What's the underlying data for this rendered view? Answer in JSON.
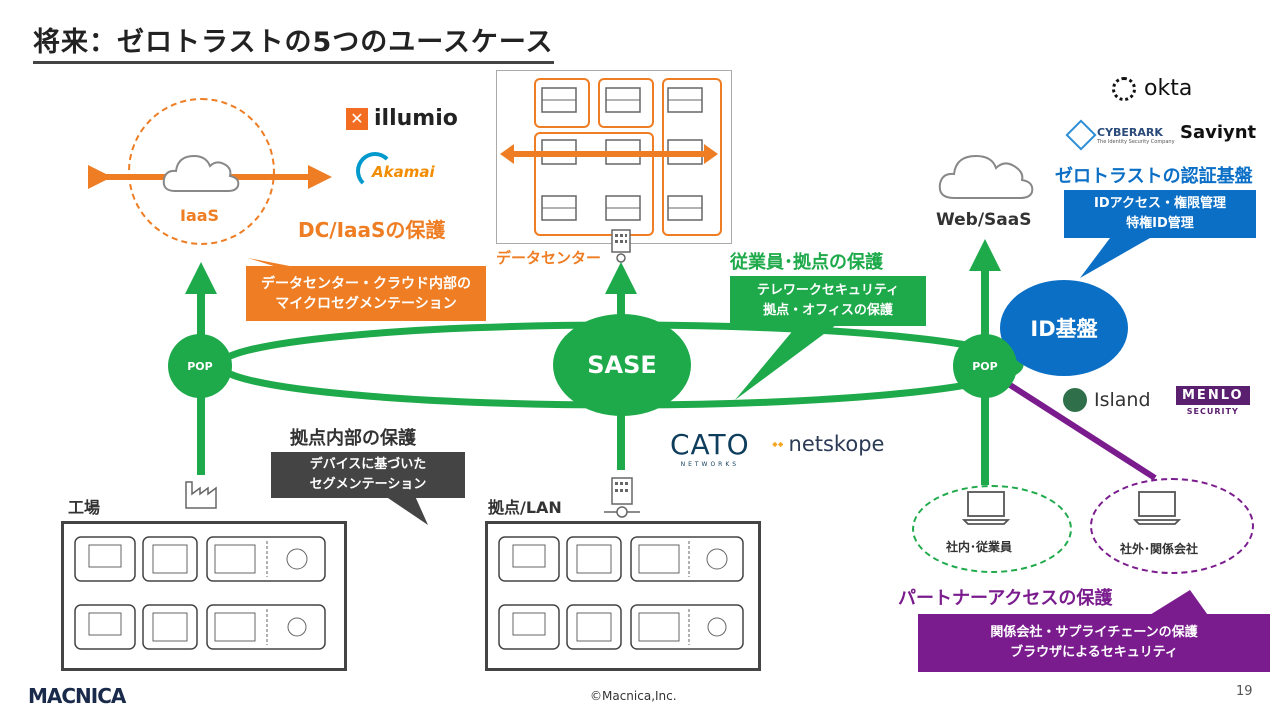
{
  "slide": {
    "title": "将来：ゼロトラストの5つのユースケース",
    "page_number": "19",
    "copyright": "©Macnica,Inc."
  },
  "nodes": {
    "sase": "SASE",
    "pop_left": "POP",
    "pop_right": "POP",
    "id_platform": "ID基盤"
  },
  "locations": {
    "iaas": "IaaS",
    "datacenter": "データセンター",
    "web_saas": "Web/SaaS",
    "factory": "工場",
    "branch_lan": "拠点/LAN",
    "internal_employee": "社内･従業員",
    "external_partner": "社外･関係会社"
  },
  "use_cases": {
    "dc_iaas": {
      "heading": "DC/IaaSの保護",
      "lines": [
        "データセンター・クラウド内部の",
        "マイクロセグメンテーション"
      ]
    },
    "employee_branch": {
      "heading": "従業員･拠点の保護",
      "lines": [
        "テレワークセキュリティ",
        "拠点・オフィスの保護"
      ]
    },
    "branch_internal": {
      "heading": "拠点内部の保護",
      "lines": [
        "デバイスに基づいた",
        "セグメンテーション"
      ]
    },
    "zero_trust_auth": {
      "heading": "ゼロトラストの認証基盤",
      "lines": [
        "IDアクセス・権限管理",
        "特権ID管理"
      ]
    },
    "partner_access": {
      "heading": "パートナーアクセスの保護",
      "lines": [
        "関係会社・サプライチェーンの保護",
        "ブラウザによるセキュリティ"
      ]
    }
  },
  "vendors": {
    "illumio": "illumio",
    "akamai": "Akamai",
    "okta": "okta",
    "cyberark": "CYBERARK",
    "cyberark_tagline": "The Identity Security Company",
    "saviynt": "Saviynt",
    "cato": "CATO",
    "cato_sub": "NETWORKS",
    "netskope": "netskope",
    "island": "Island",
    "menlo_top": "MENLO",
    "menlo_bottom": "SECURITY",
    "macnica": "MACNICA"
  },
  "colors": {
    "green": "#1eaa4a",
    "orange": "#ee7d23",
    "blue": "#0b6fc6",
    "purple": "#7b1c8e",
    "dark": "#444444"
  }
}
